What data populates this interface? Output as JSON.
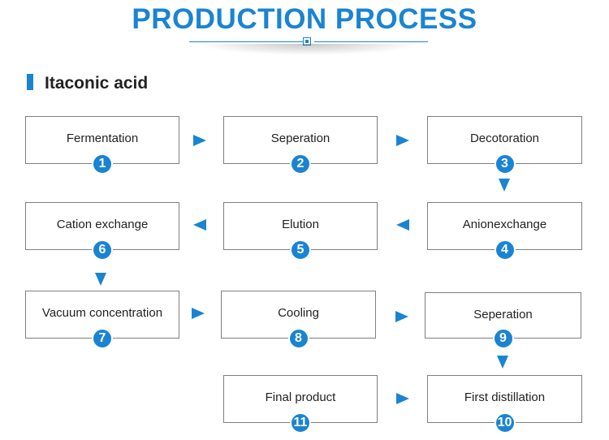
{
  "header": {
    "title": "PRODUCTION PROCESS",
    "subtitle": "Itaconic acid"
  },
  "colors": {
    "accent": "#1a84d2",
    "border": "#7f7f7f",
    "text": "#222222"
  },
  "steps": [
    {
      "number": "1",
      "label": "Fermentation"
    },
    {
      "number": "2",
      "label": "Seperation"
    },
    {
      "number": "3",
      "label": "Decotoration"
    },
    {
      "number": "4",
      "label": "Anionexchange"
    },
    {
      "number": "5",
      "label": "Elution"
    },
    {
      "number": "6",
      "label": "Cation exchange"
    },
    {
      "number": "7",
      "label": "Vacuum concentration"
    },
    {
      "number": "8",
      "label": "Cooling"
    },
    {
      "number": "9",
      "label": "Seperation"
    },
    {
      "number": "10",
      "label": "First distillation"
    },
    {
      "number": "11",
      "label": "Final product"
    }
  ]
}
